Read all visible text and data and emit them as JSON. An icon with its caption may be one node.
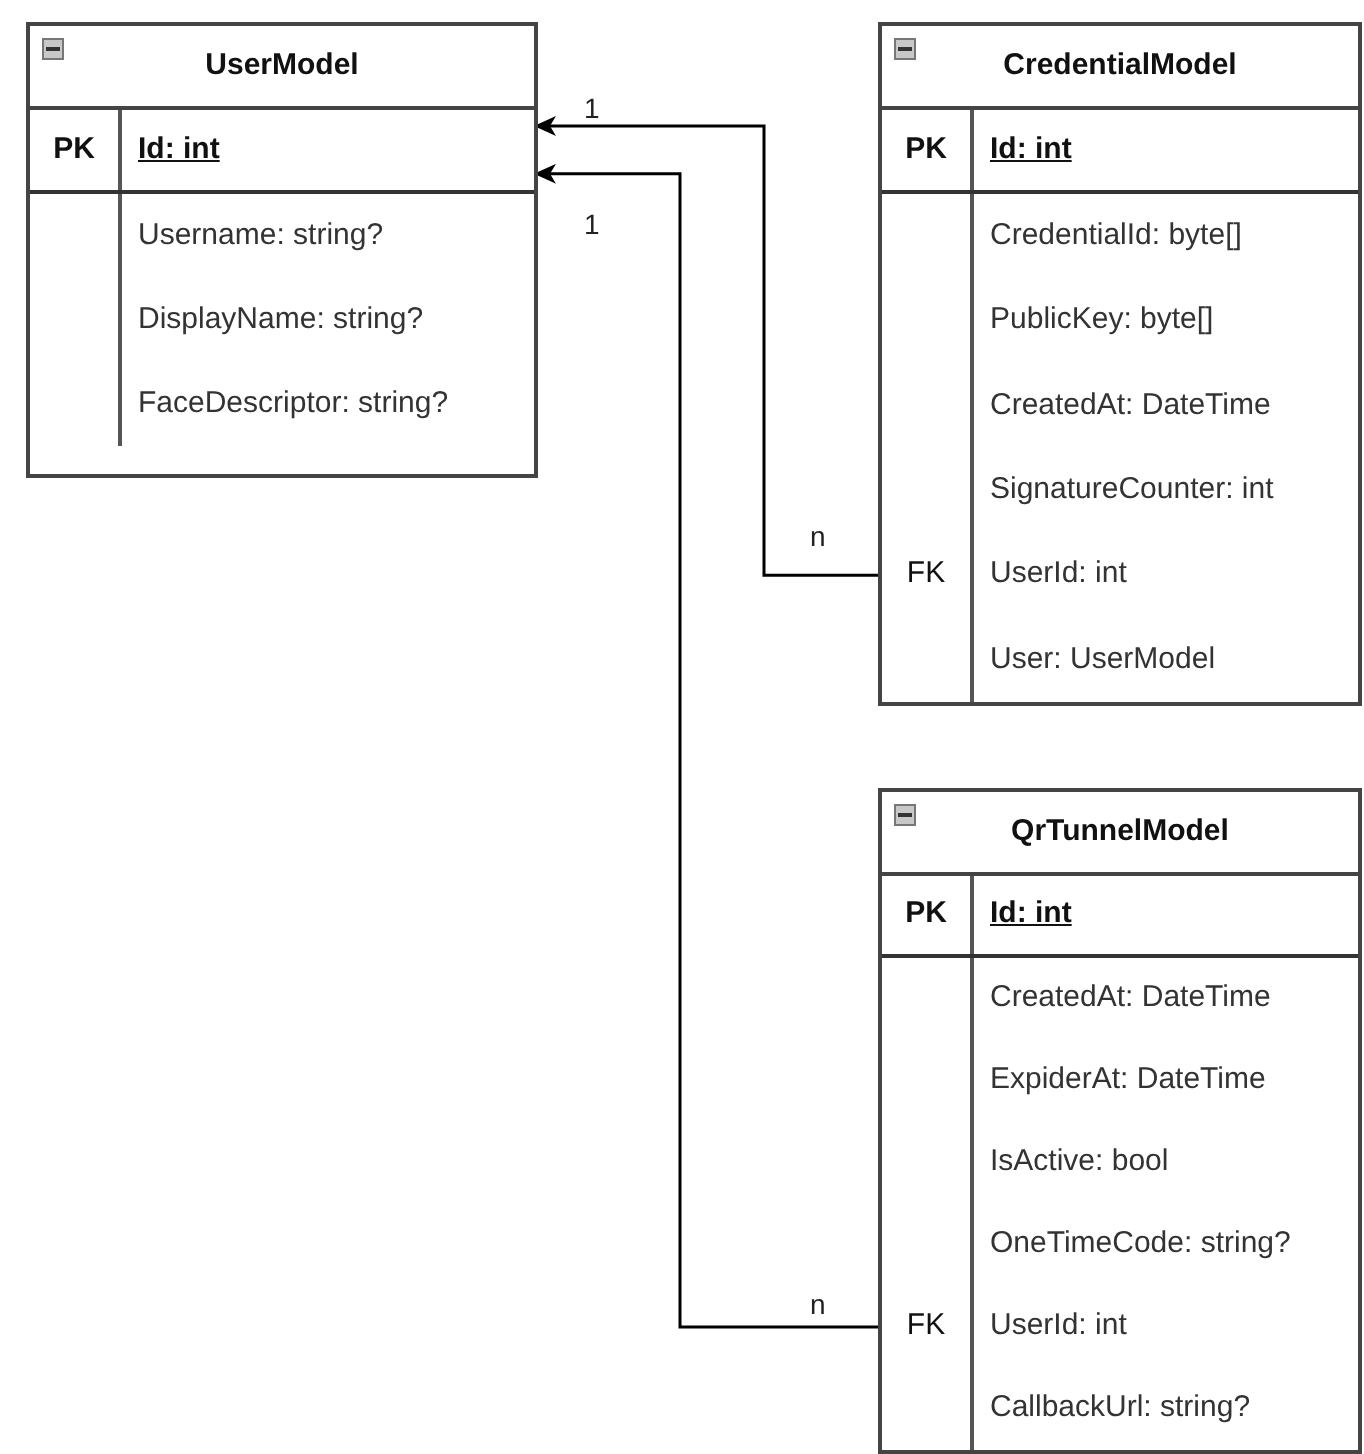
{
  "diagram": {
    "nodes": [
      {
        "text": [
          "UserModel"
        ]
      },
      {
        "text": [
          "PK",
          "Id: int"
        ],
        "in": 0
      },
      {
        "text": [
          "Username: string?"
        ],
        "in": 0
      },
      {
        "text": [
          "DisplayName: string?"
        ],
        "in": 0
      },
      {
        "text": [
          "FaceDescriptor: string?"
        ],
        "in": 0
      },
      {
        "text": [
          "CredentialModel"
        ]
      },
      {
        "text": [
          "PK",
          "Id: int"
        ],
        "in": 5
      },
      {
        "text": [
          "CredentialId: byte[]"
        ],
        "in": 5
      },
      {
        "text": [
          "PublicKey: byte[]"
        ],
        "in": 5
      },
      {
        "text": [
          "CreatedAt: DateTime"
        ],
        "in": 5
      },
      {
        "text": [
          "SignatureCounter: int"
        ],
        "in": 5
      },
      {
        "text": [
          "FK",
          "UserId: int"
        ],
        "in": 5
      },
      {
        "text": [
          "User: UserModel"
        ],
        "in": 5
      },
      {
        "text": [
          "QrTunnelModel"
        ]
      },
      {
        "text": [
          "PK",
          "Id: int"
        ],
        "in": 13
      },
      {
        "text": [
          "CreatedAt: DateTime"
        ],
        "in": 13
      },
      {
        "text": [
          "ExpiderAt: DateTime"
        ],
        "in": 13
      },
      {
        "text": [
          "IsActive: bool"
        ],
        "in": 13
      },
      {
        "text": [
          "OneTimeCode: string?"
        ],
        "in": 13
      },
      {
        "text": [
          "FK",
          "UserId: int"
        ],
        "in": 13
      },
      {
        "text": [
          "CallbackUrl: string?"
        ],
        "in": 13
      }
    ],
    "edges": [
      {
        "from": 11,
        "to": 1,
        "arrow": "to"
      },
      {
        "from": 19,
        "to": 1,
        "arrow": "to"
      }
    ],
    "labels": [
      "1",
      "1",
      "n",
      "n"
    ]
  }
}
